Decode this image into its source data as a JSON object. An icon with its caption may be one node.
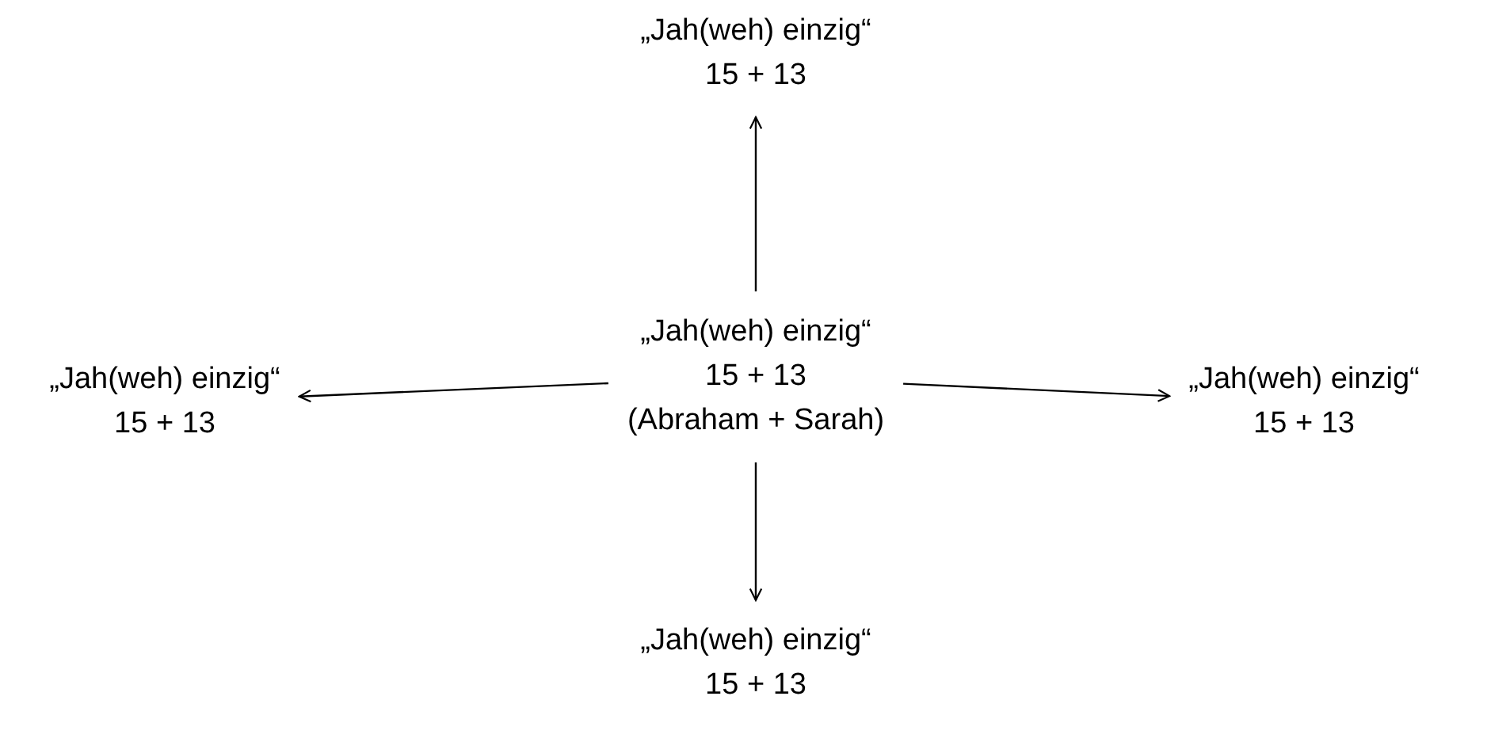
{
  "diagram": {
    "nodes": [
      {
        "text": [
          "„Jah(weh) einzig“",
          "15 + 13"
        ]
      },
      {
        "text": [
          "„Jah(weh) einzig“",
          "15 + 13"
        ]
      },
      {
        "text": [
          "„Jah(weh) einzig“",
          "15 + 13",
          "(Abraham + Sarah)"
        ]
      },
      {
        "text": [
          "„Jah(weh) einzig“",
          "15 + 13"
        ]
      },
      {
        "text": [
          "„Jah(weh) einzig“",
          "15 + 13"
        ]
      }
    ],
    "edges": [
      {
        "from": 2,
        "to": 0,
        "arrow": "to"
      },
      {
        "from": 2,
        "to": 1,
        "arrow": "to"
      },
      {
        "from": 2,
        "to": 3,
        "arrow": "to"
      },
      {
        "from": 2,
        "to": 4,
        "arrow": "to"
      }
    ]
  }
}
